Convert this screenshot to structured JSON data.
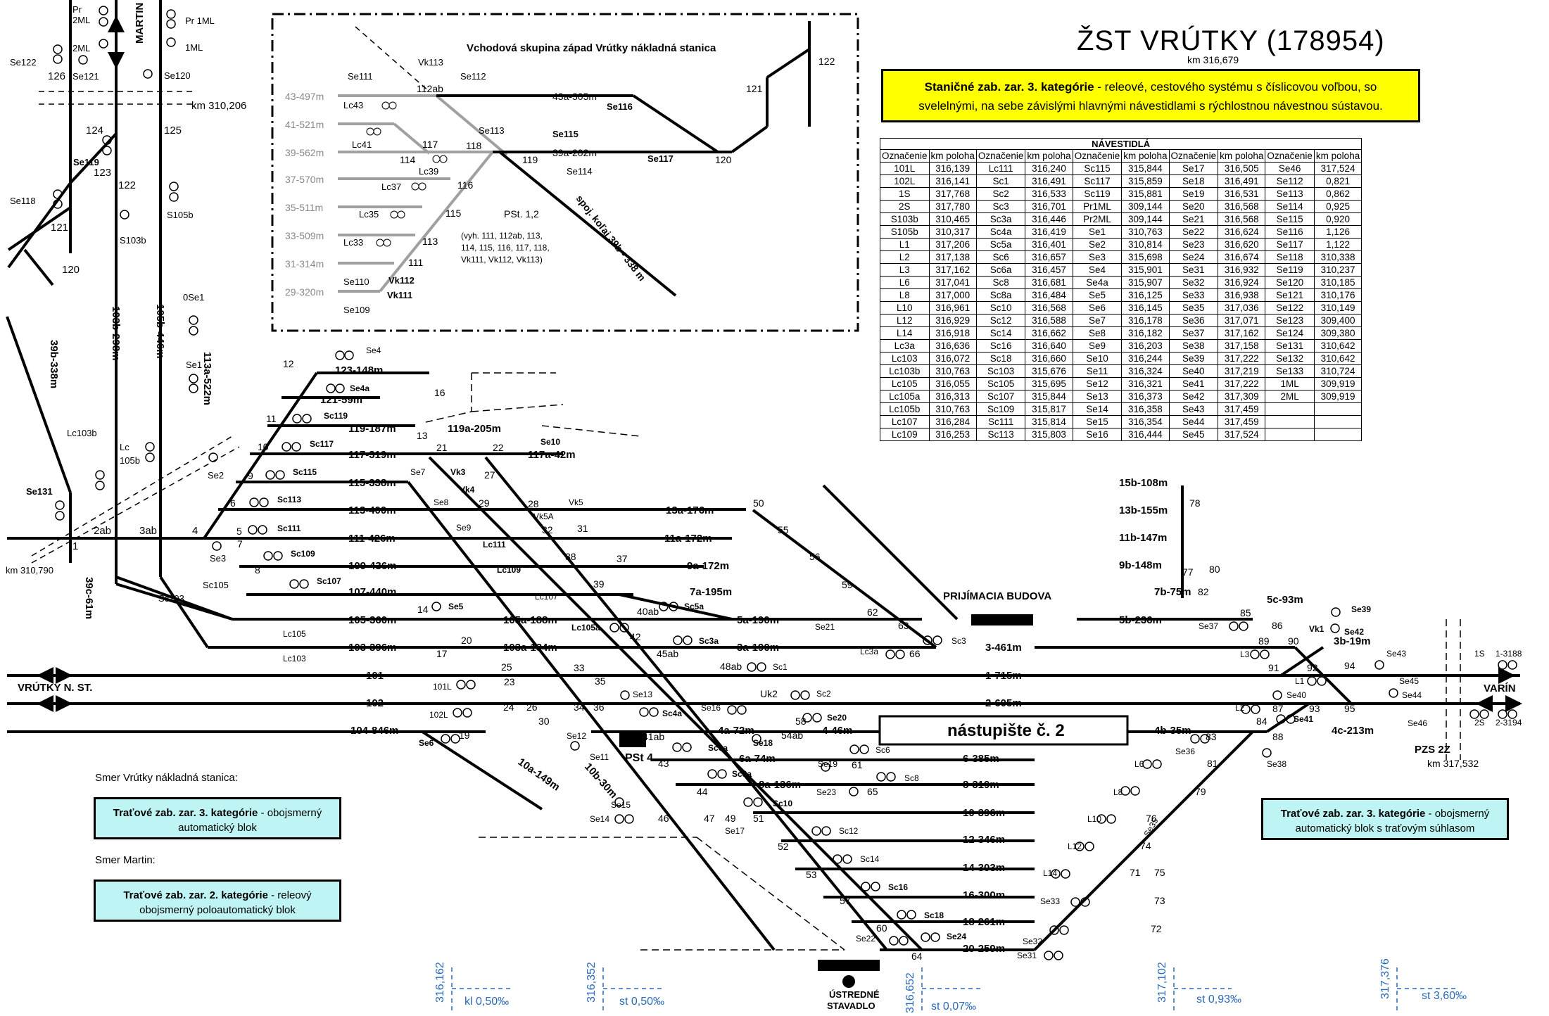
{
  "header": {
    "title": "ŽST  VRÚTKY (178954)",
    "km": "km  316,679",
    "category_bold": "Staničné zab. zar. 3. kategórie",
    "category_text_1": "- releové, cestového systému s číslicovou voľbou, so",
    "category_text_2": "svelelnými, na sebe závislými hlavnými návestidlami s rýchlostnou návestnou sústavou."
  },
  "inset": {
    "title": "Vchodová skupina západ Vrútky nákladná stanica",
    "pst": "PSt. 1,2",
    "pst_note": [
      "(vyh. 111, 112ab, 113,",
      "114, 115, 116, 117, 118,",
      "Vk111, Vk112, Vk113)"
    ],
    "connection": "spoj. koľaj 39b - 338 m",
    "tracks": [
      "43-497m",
      "41-521m",
      "39-562m",
      "37-570m",
      "35-511m",
      "33-509m",
      "31-314m",
      "29-320m"
    ],
    "main_tracks": [
      "43a-305m",
      "39a-202m"
    ],
    "signals": [
      "Lc43",
      "Lc41",
      "Lc39",
      "Lc37",
      "Lc35",
      "Lc33",
      "Se110",
      "Se109",
      "Vk112",
      "Vk111",
      "Se111",
      "Vk113",
      "Se112",
      "Se113",
      "Se115",
      "Se114",
      "Se116",
      "Se117"
    ],
    "switches": [
      "112ab",
      "117",
      "114",
      "118",
      "116",
      "115",
      "113",
      "111",
      "119",
      "120",
      "121",
      "122"
    ]
  },
  "table": {
    "caption": "NÁVESTIDLÁ",
    "headers": [
      "Označenie",
      "km poloha",
      "Označenie",
      "km poloha",
      "Označenie",
      "km poloha",
      "Označenie",
      "km poloha",
      "Označenie",
      "km poloha"
    ],
    "rows": [
      [
        "101L",
        "316,139",
        "Lc111",
        "316,240",
        "Sc115",
        "315,844",
        "Se17",
        "316,505",
        "Se46",
        "317,524"
      ],
      [
        "102L",
        "316,141",
        "Sc1",
        "316,491",
        "Sc117",
        "315,859",
        "Se18",
        "316,491",
        "Se112",
        "0,821"
      ],
      [
        "1S",
        "317,768",
        "Sc2",
        "316,533",
        "Sc119",
        "315,881",
        "Se19",
        "316,531",
        "Se113",
        "0,862"
      ],
      [
        "2S",
        "317,780",
        "Sc3",
        "316,701",
        "Pr1ML",
        "309,144",
        "Se20",
        "316,568",
        "Se114",
        "0,925"
      ],
      [
        "S103b",
        "310,465",
        "Sc3a",
        "316,446",
        "Pr2ML",
        "309,144",
        "Se21",
        "316,568",
        "Se115",
        "0,920"
      ],
      [
        "S105b",
        "310,317",
        "Sc4a",
        "316,419",
        "Se1",
        "310,763",
        "Se22",
        "316,624",
        "Se116",
        "1,126"
      ],
      [
        "L1",
        "317,206",
        "Sc5a",
        "316,401",
        "Se2",
        "310,814",
        "Se23",
        "316,620",
        "Se117",
        "1,122"
      ],
      [
        "L2",
        "317,138",
        "Sc6",
        "316,657",
        "Se3",
        "315,698",
        "Se24",
        "316,674",
        "Se118",
        "310,338"
      ],
      [
        "L3",
        "317,162",
        "Sc6a",
        "316,457",
        "Se4",
        "315,901",
        "Se31",
        "316,932",
        "Se119",
        "310,237"
      ],
      [
        "L6",
        "317,041",
        "Sc8",
        "316,681",
        "Se4a",
        "315,907",
        "Se32",
        "316,924",
        "Se120",
        "310,185"
      ],
      [
        "L8",
        "317,000",
        "Sc8a",
        "316,484",
        "Se5",
        "316,125",
        "Se33",
        "316,938",
        "Se121",
        "310,176"
      ],
      [
        "L10",
        "316,961",
        "Sc10",
        "316,568",
        "Se6",
        "316,145",
        "Se35",
        "317,036",
        "Se122",
        "310,149"
      ],
      [
        "L12",
        "316,929",
        "Sc12",
        "316,588",
        "Se7",
        "316,178",
        "Se36",
        "317,071",
        "Se123",
        "309,400"
      ],
      [
        "L14",
        "316,918",
        "Sc14",
        "316,662",
        "Se8",
        "316,182",
        "Se37",
        "317,162",
        "Se124",
        "309,380"
      ],
      [
        "Lc3a",
        "316,636",
        "Sc16",
        "316,640",
        "Se9",
        "316,203",
        "Se38",
        "317,158",
        "Se131",
        "310,642"
      ],
      [
        "Lc103",
        "316,072",
        "Sc18",
        "316,660",
        "Se10",
        "316,244",
        "Se39",
        "317,222",
        "Se132",
        "310,642"
      ],
      [
        "Lc103b",
        "310,763",
        "Sc103",
        "315,676",
        "Se11",
        "316,324",
        "Se40",
        "317,219",
        "Se133",
        "310,724"
      ],
      [
        "Lc105",
        "316,055",
        "Sc105",
        "315,695",
        "Se12",
        "316,321",
        "Se41",
        "317,222",
        "1ML",
        "309,919"
      ],
      [
        "Lc105a",
        "316,313",
        "Sc107",
        "315,844",
        "Se13",
        "316,373",
        "Se42",
        "317,309",
        "2ML",
        "309,919"
      ],
      [
        "Lc105b",
        "310,763",
        "Sc109",
        "315,817",
        "Se14",
        "316,358",
        "Se43",
        "317,459",
        "",
        ""
      ],
      [
        "Lc107",
        "316,284",
        "Sc111",
        "315,814",
        "Se15",
        "316,354",
        "Se44",
        "317,459",
        "",
        ""
      ],
      [
        "Lc109",
        "316,253",
        "Sc113",
        "315,803",
        "Se16",
        "316,444",
        "Se45",
        "317,524",
        "",
        ""
      ]
    ]
  },
  "diagram": {
    "directions": {
      "martin": "MARTIN",
      "vrutky_n_st": "VRÚTKY N. ST.",
      "varin": "VARÍN"
    },
    "km_markers": [
      "km 310,206",
      "km 310,790",
      "km 317,532"
    ],
    "pzs": "PZS 2Z",
    "reception_building": "PRIJÍMACIA BUDOVA",
    "platform": "nástupište č. 2",
    "central_box": [
      "ÚSTREDNÉ",
      "STAVADLO"
    ],
    "pst4": "PSt 4",
    "vertical_tracks": [
      "103b-298m",
      "105b-446m",
      "113a-522m",
      "39b-338m",
      "39c-61m"
    ],
    "tracks": [
      {
        "label": "123-148m"
      },
      {
        "label": "121-59m"
      },
      {
        "label": "119-187m"
      },
      {
        "label": "119a-205m"
      },
      {
        "label": "117-319m"
      },
      {
        "label": "117a-42m"
      },
      {
        "label": "115-338m"
      },
      {
        "label": "113-400m"
      },
      {
        "label": "13a-176m"
      },
      {
        "label": "111-426m"
      },
      {
        "label": "11a-172m"
      },
      {
        "label": "109-436m"
      },
      {
        "label": "9a-172m"
      },
      {
        "label": "107-440m"
      },
      {
        "label": "7a-195m"
      },
      {
        "label": "105-360m"
      },
      {
        "label": "105a-188m"
      },
      {
        "label": "5a-190m"
      },
      {
        "label": "103-396m"
      },
      {
        "label": "103a-134m"
      },
      {
        "label": "3a-190m"
      },
      {
        "label": "3-461m"
      },
      {
        "label": "101"
      },
      {
        "label": "1-715m"
      },
      {
        "label": "102"
      },
      {
        "label": "2-605m"
      },
      {
        "label": "104-846m"
      },
      {
        "label": "4a-72m"
      },
      {
        "label": "4-46m"
      },
      {
        "label": "6a-74m"
      },
      {
        "label": "6-385m"
      },
      {
        "label": "8a-136m"
      },
      {
        "label": "8-319m"
      },
      {
        "label": "10-396m"
      },
      {
        "label": "12-346m"
      },
      {
        "label": "14-303m"
      },
      {
        "label": "16-300m"
      },
      {
        "label": "18-261m"
      },
      {
        "label": "20-259m"
      },
      {
        "label": "10a-149m"
      },
      {
        "label": "10b-30m"
      },
      {
        "label": "15b-108m"
      },
      {
        "label": "13b-155m"
      },
      {
        "label": "11b-147m"
      },
      {
        "label": "9b-148m"
      },
      {
        "label": "7b-75m"
      },
      {
        "label": "5b-236m"
      },
      {
        "label": "5c-93m"
      },
      {
        "label": "3b-19m"
      },
      {
        "label": "4b-35m"
      },
      {
        "label": "4c-213m"
      }
    ],
    "gradients": [
      {
        "km": "316,162",
        "text": "kl 0,50‰"
      },
      {
        "km": "316,352",
        "text": "st 0,50‰"
      },
      {
        "km": "316,652",
        "text": "st 0,07‰"
      },
      {
        "km": "317,102",
        "text": "st 0,93‰"
      },
      {
        "km": "317,376",
        "text": "st 3,60‰"
      }
    ]
  },
  "notes": {
    "dir_nakladna": "Smer Vrútky nákladná stanica:",
    "box1_bold": "Traťové zab. zar. 3. kategórie",
    "box1_text": "- obojsmerný automatický blok",
    "dir_martin": "Smer Martin:",
    "box2_bold": "Traťové zab. zar. 2. kategórie",
    "box2_text": "- releový obojsmerný poloautomatický blok",
    "box3_bold": "Traťové zab. zar. 3. kategórie",
    "box3_text": "- obojsmerný automatický blok s traťovým súhlasom"
  },
  "colors": {
    "category_box": "#ffff00",
    "info_box": "#bff4f4",
    "gradient": "#2a6ab8",
    "inset_track": "#a0a0a0"
  }
}
